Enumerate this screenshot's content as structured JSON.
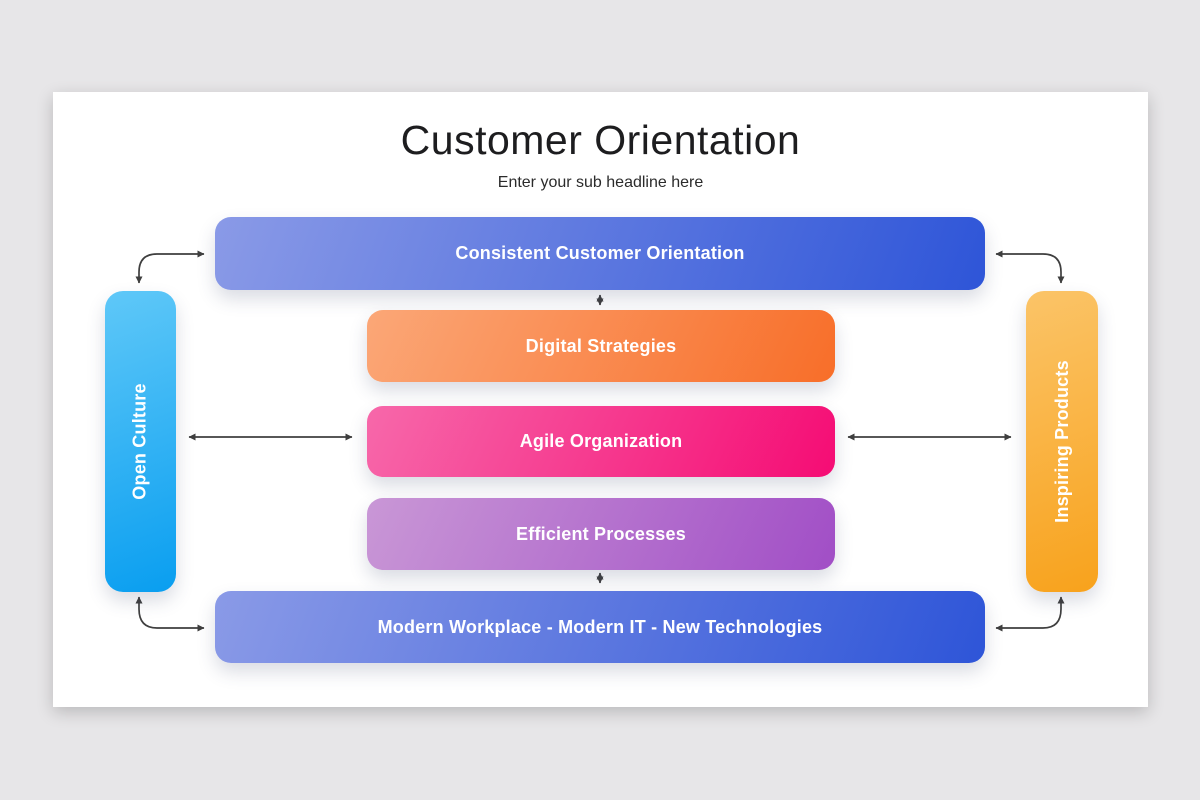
{
  "background": "#e7e6e8",
  "slide": {
    "title": "Customer Orientation",
    "subtitle": "Enter your sub headline here"
  },
  "boxes": {
    "top": {
      "label": "Consistent Customer Orientation",
      "gradient_from": "#8A9AE7",
      "gradient_to": "#2E55D8"
    },
    "digital": {
      "label": "Digital Strategies",
      "gradient_from": "#FBA777",
      "gradient_to": "#F86E29"
    },
    "agile": {
      "label": "Agile Organization",
      "gradient_from": "#F768AA",
      "gradient_to": "#F50C74"
    },
    "efficient": {
      "label": "Efficient Processes",
      "gradient_from": "#C997D6",
      "gradient_to": "#A14EC6"
    },
    "bottom": {
      "label": "Modern Workplace - Modern IT - New Technologies",
      "gradient_from": "#8A9AE7",
      "gradient_to": "#2E55D8"
    },
    "left": {
      "label": "Open Culture",
      "gradient_from": "#5FC8F8",
      "gradient_to": "#099EF0"
    },
    "right": {
      "label": "Inspiring Products",
      "gradient_from": "#FBC468",
      "gradient_to": "#F8A21C"
    }
  },
  "connector_color": "#3F3F3F"
}
